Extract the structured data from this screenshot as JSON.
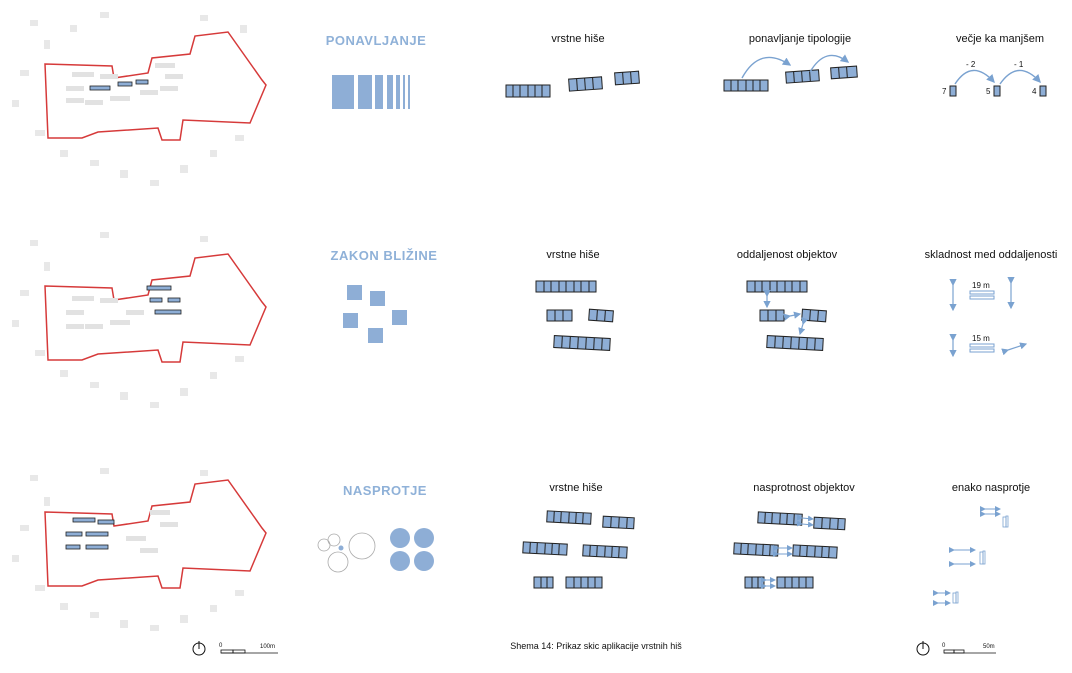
{
  "rows": [
    {
      "principle": "PONAVLJANJE",
      "col2_title": "vrstne hiše",
      "col3_title": "ponavljanje tipologije",
      "col4_title": "večje ka manjšem",
      "col4_values": {
        "a": "7",
        "b": "5",
        "c": "4",
        "arrow1": "- 2",
        "arrow2": "- 1"
      }
    },
    {
      "principle": "ZAKON BLIŽINE",
      "col2_title": "vrstne hiše",
      "col3_title": "oddaljenost objektov",
      "col4_title": "skladnost med oddaljenosti",
      "col4_values": {
        "d1": "19 m",
        "d2": "15 m"
      }
    },
    {
      "principle": "NASPROTJE",
      "col2_title": "vrstne hiše",
      "col3_title": "nasprotnost objektov",
      "col4_title": "enako nasprotje"
    }
  ],
  "caption": "Shema 14:  Prikaz skic aplikacije vrstnih hiš",
  "scale_left": {
    "zero": "0",
    "end": "100m"
  },
  "scale_right": {
    "zero": "0",
    "end": "50m"
  },
  "colors": {
    "accent": "#8fb1d8",
    "fill": "#8eaed6",
    "outline": "#d63a3a",
    "stroke": "#222222"
  }
}
